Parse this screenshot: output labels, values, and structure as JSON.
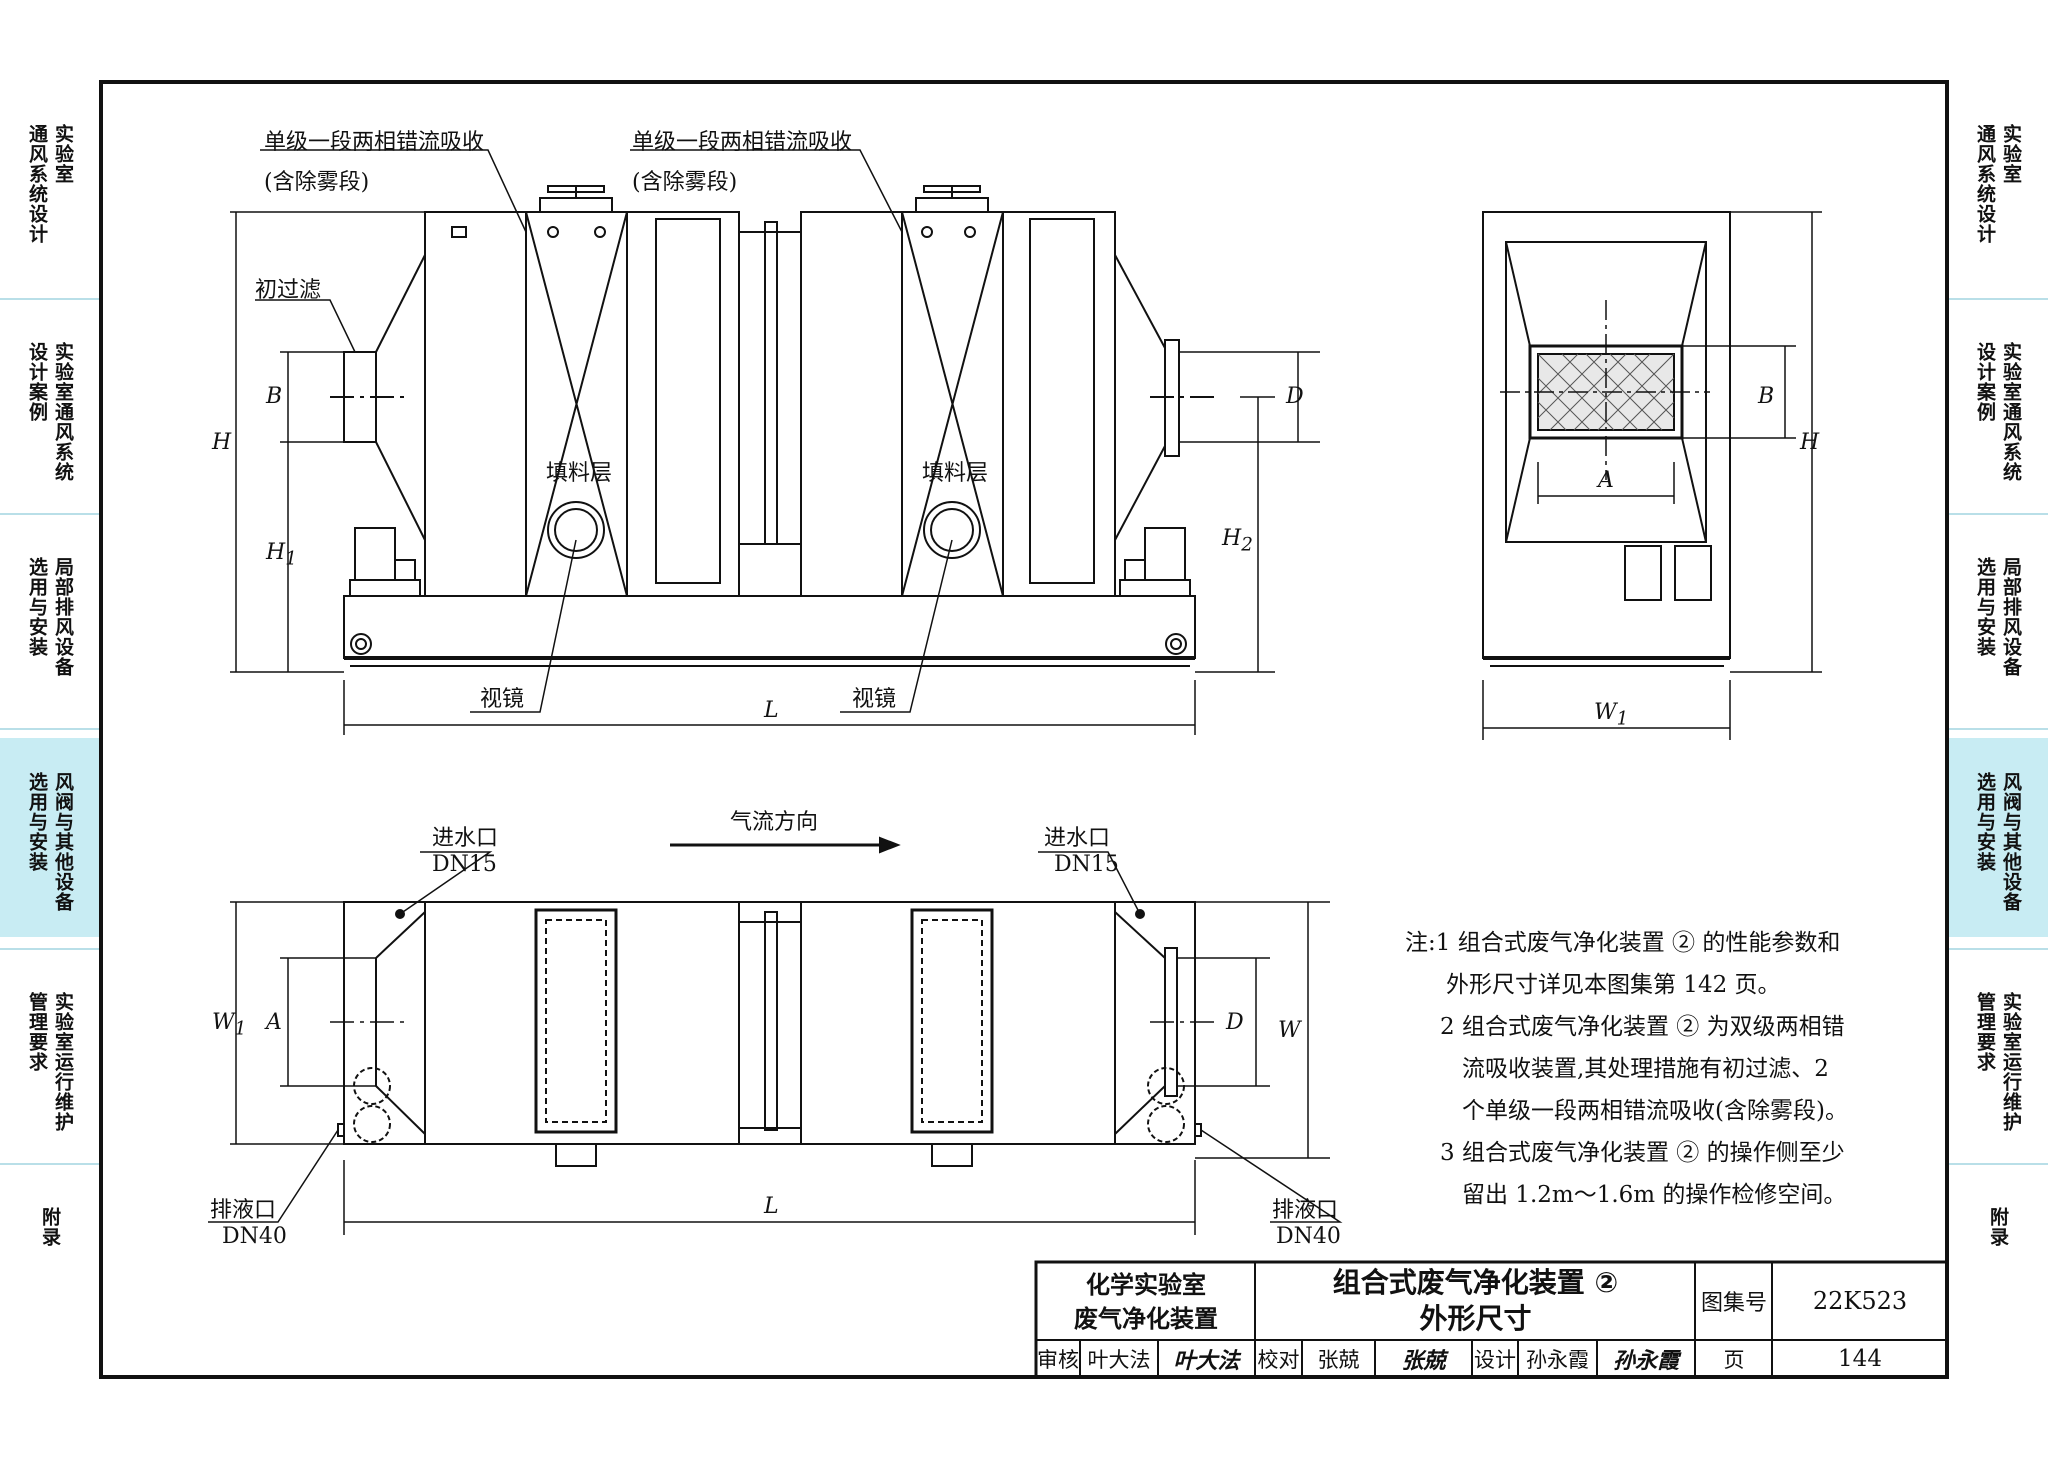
{
  "side_tabs": [
    {
      "id": "tab-lab-ventilation-design",
      "columns": [
        "实验室",
        "通风系统设计"
      ],
      "active": false
    },
    {
      "id": "tab-design-cases",
      "columns": [
        "实验室通风系统",
        "设计案例"
      ],
      "active": false
    },
    {
      "id": "tab-local-exhaust",
      "columns": [
        "局部排风设备",
        "选用与安装"
      ],
      "active": false
    },
    {
      "id": "tab-dampers",
      "columns": [
        "风阀与其他设备",
        "选用与安装"
      ],
      "active": true
    },
    {
      "id": "tab-operation",
      "columns": [
        "实验室运行维护",
        "管理要求"
      ],
      "active": false
    },
    {
      "id": "tab-appendix",
      "columns": [
        "附录"
      ],
      "active": false
    }
  ],
  "labels": {
    "absorber_left": "单级一段两相错流吸收",
    "absorber_left_sub": "(含除雾段)",
    "absorber_right": "单级一段两相错流吸收",
    "absorber_right_sub": "(含除雾段)",
    "prefilter": "初过滤",
    "packing_left": "填料层",
    "packing_right": "填料层",
    "sight_glass_left": "视镜",
    "sight_glass_right": "视镜",
    "airflow": "气流方向",
    "water_inlet_left": "进水口",
    "water_inlet_left_size": "DN15",
    "water_inlet_right": "进水口",
    "water_inlet_right_size": "DN15",
    "drain_left": "排液口",
    "drain_left_size": "DN40",
    "drain_right": "排液口",
    "drain_right_size": "DN40"
  },
  "dims": {
    "H": "H",
    "H1": "H",
    "H1_sub": "1",
    "H2": "H",
    "H2_sub": "2",
    "B": "B",
    "D": "D",
    "L": "L",
    "A": "A",
    "W": "W",
    "W1": "W",
    "W1_sub": "1"
  },
  "notes": [
    "注:1 组合式废气净化装置 ② 的性能参数和",
    "外形尺寸详见本图集第 142 页。",
    "2 组合式废气净化装置 ② 为双级两相错",
    "流吸收装置,其处理措施有初过滤、2",
    "个单级一段两相错流吸收(含除雾段)。",
    "3 组合式废气净化装置 ② 的操作侧至少",
    "留出 1.2m～1.6m 的操作检修空间。"
  ],
  "title_block": {
    "category_line1": "化学实验室",
    "category_line2": "废气净化装置",
    "title_line1": "组合式废气净化装置 ②",
    "title_line2": "外形尺寸",
    "atlas_label": "图集号",
    "atlas_no": "22K523",
    "review_label": "审核",
    "reviewer": "叶大法",
    "reviewer_signature": "叶大法",
    "check_label": "校对",
    "checker": "张兢",
    "checker_signature": "张兢",
    "design_label": "设计",
    "designer": "孙永霞",
    "designer_signature": "孙永霞",
    "page_label": "页",
    "page_no": "144"
  }
}
